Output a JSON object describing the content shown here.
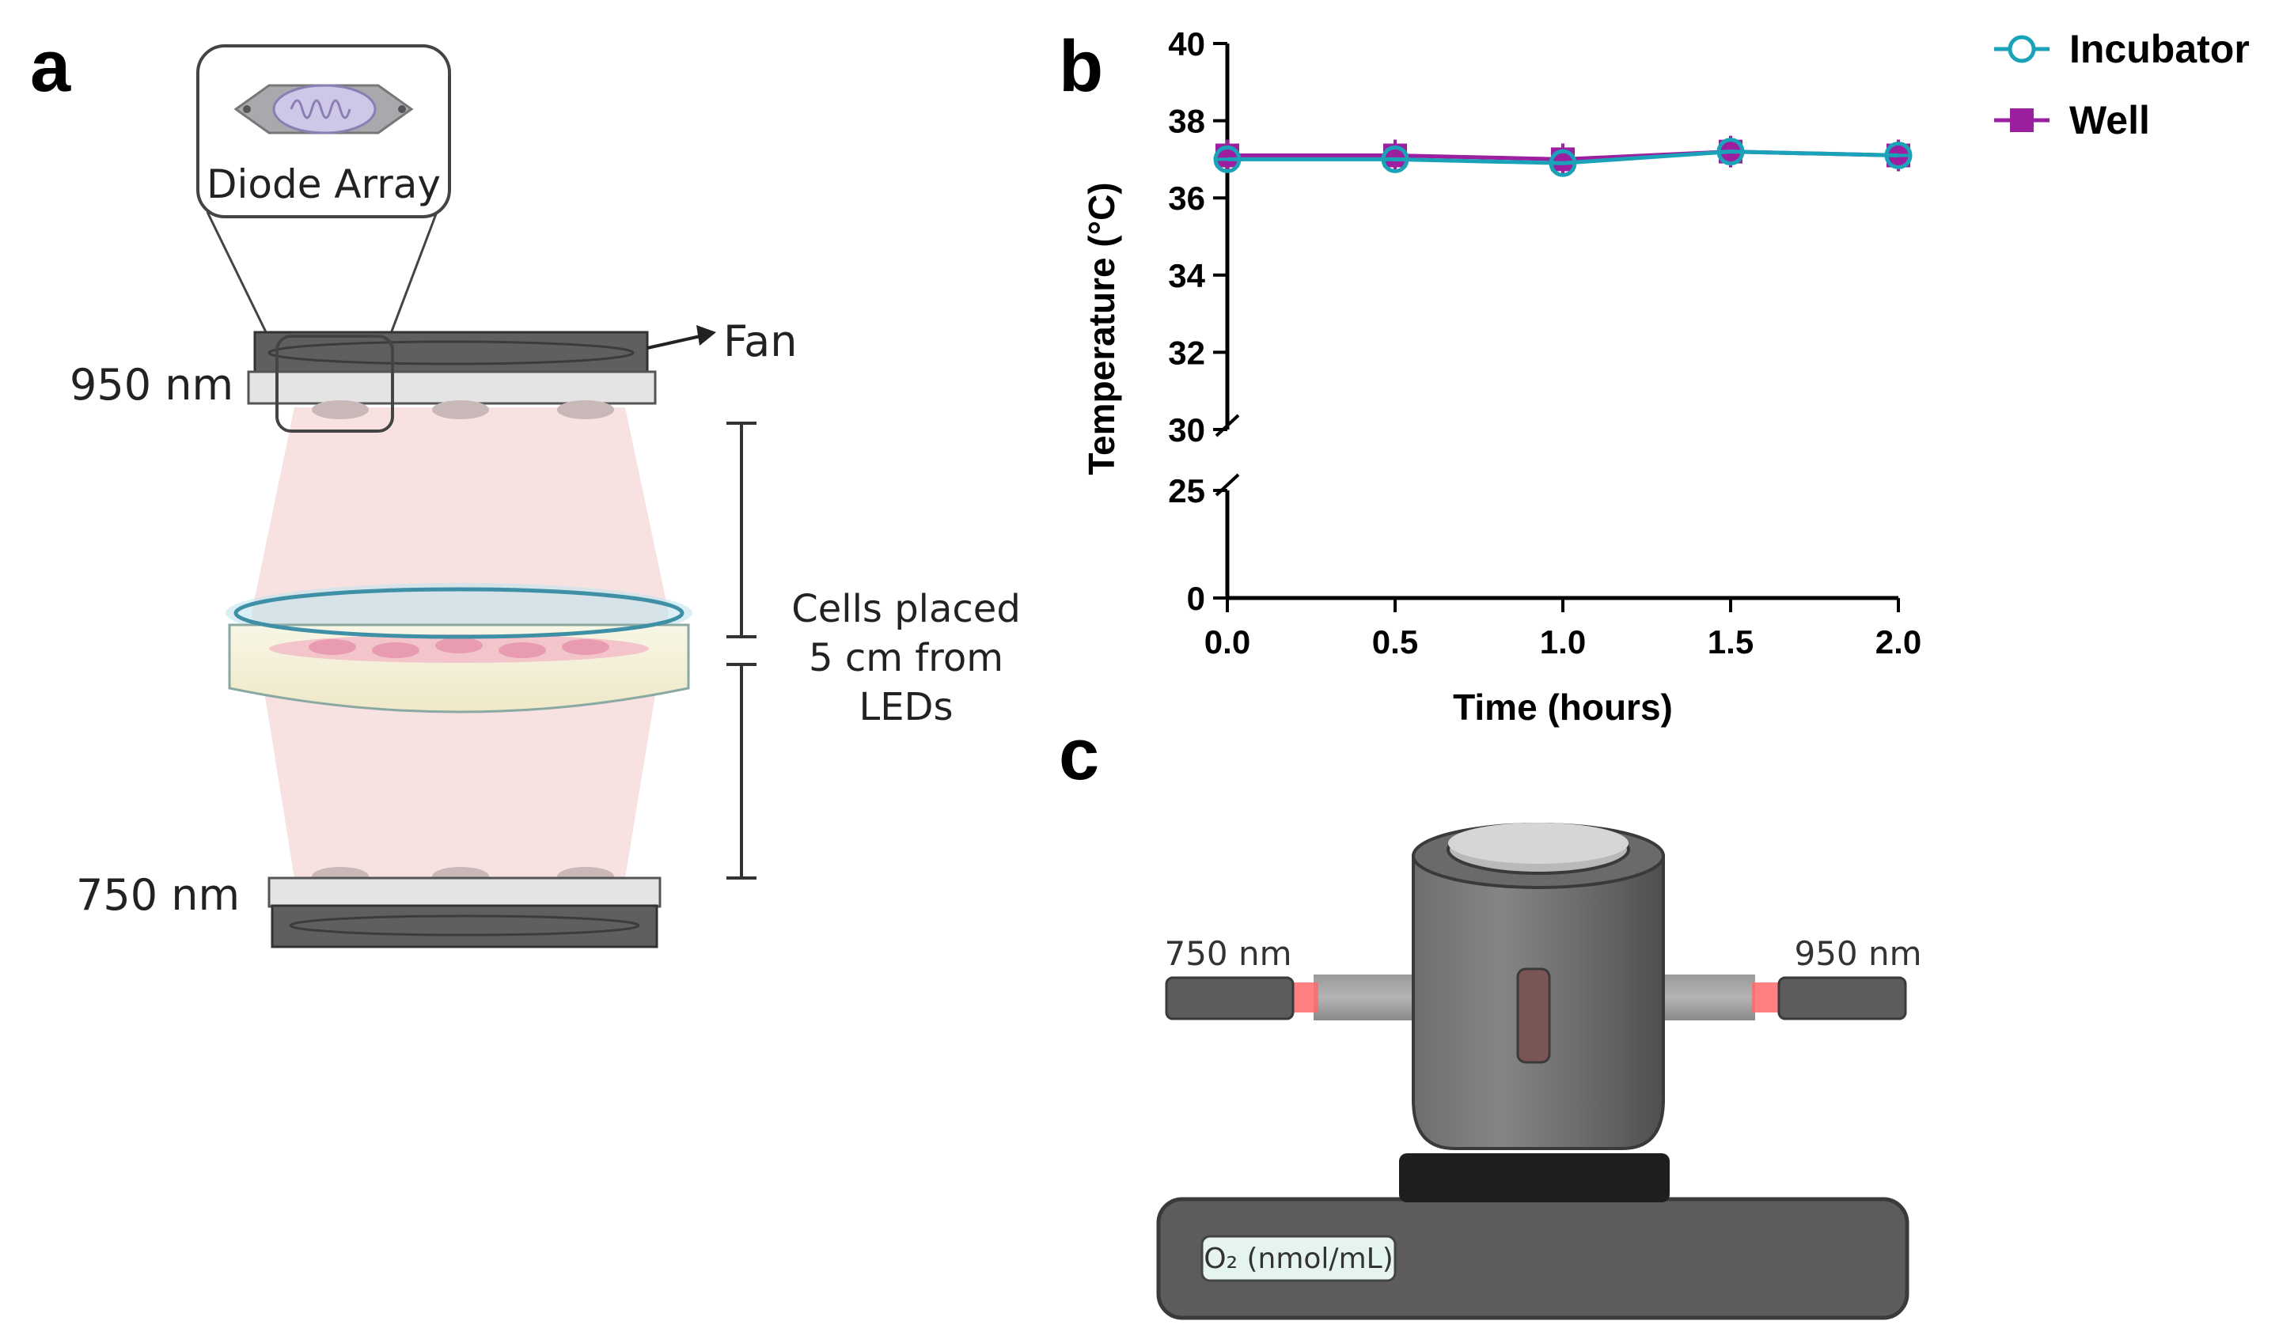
{
  "panels": {
    "a": "a",
    "b": "b",
    "c": "c"
  },
  "panel_a": {
    "inset_label": "Diode Array",
    "fan_label": "Fan",
    "top_wavelength": "950 nm",
    "bottom_wavelength": "750 nm",
    "distance_note": [
      "Cells placed",
      "5 cm from",
      "LEDs"
    ]
  },
  "panel_c": {
    "left_wavelength": "750 nm",
    "right_wavelength": "950 nm",
    "readout_label": "O₂ (nmol/mL)"
  },
  "colors": {
    "incubator": "#1aa3b8",
    "well": "#9b1f9f",
    "beam": "#f6dcdc",
    "device_dark": "#5a5a5a"
  },
  "chart_data": {
    "type": "line",
    "x": [
      0.0,
      0.5,
      1.0,
      1.5,
      2.0
    ],
    "x_tick_labels": [
      "0.0",
      "0.5",
      "1.0",
      "1.5",
      "2.0"
    ],
    "xlabel": "Time (hours)",
    "ylabel": "Temperature (°C)",
    "xlim": [
      0.0,
      2.0
    ],
    "y_axis_break": {
      "lower_segment": [
        0,
        25
      ],
      "upper_segment": [
        30,
        40
      ]
    },
    "y_ticks": [
      0,
      25,
      30,
      32,
      34,
      36,
      38,
      40
    ],
    "y_tick_labels": [
      "0",
      "25",
      "30",
      "32",
      "34",
      "36",
      "38",
      "40"
    ],
    "legend_position": "top-right, outside plot",
    "series": [
      {
        "name": "Incubator",
        "marker": "open-circle",
        "values": [
          37.0,
          37.0,
          36.9,
          37.2,
          37.1
        ]
      },
      {
        "name": "Well",
        "marker": "filled-square",
        "values": [
          37.1,
          37.1,
          37.0,
          37.2,
          37.1
        ]
      }
    ]
  }
}
